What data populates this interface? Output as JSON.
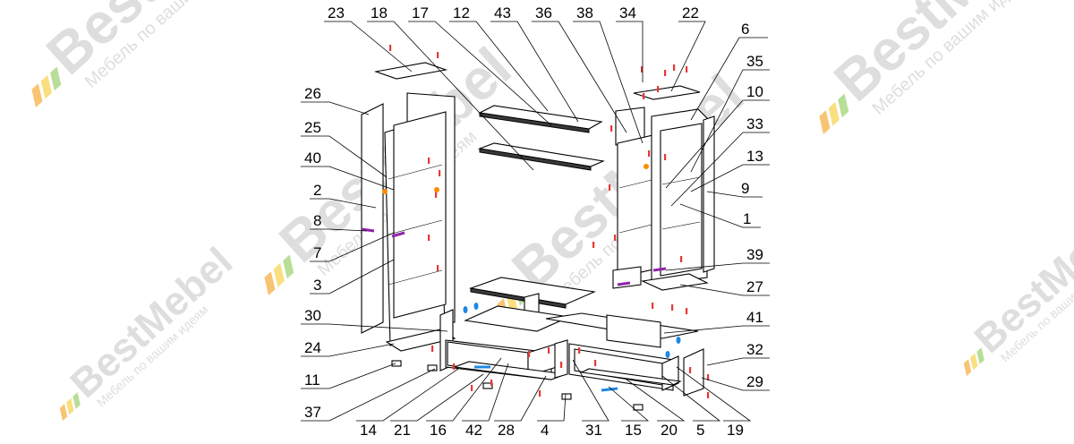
{
  "watermark": {
    "brand": "BestMebel",
    "tagline": "Мебель по вашим идеям",
    "colors": {
      "leaf_green": "#7dc242",
      "leaf_yellow": "#f5c518",
      "leaf_orange": "#f39200",
      "text": "#d6d6d6"
    }
  },
  "callouts": {
    "top": [
      "23",
      "18",
      "17",
      "12",
      "43",
      "36",
      "38",
      "34",
      "22"
    ],
    "left": [
      "26",
      "25",
      "40",
      "2",
      "8",
      "7",
      "3",
      "30",
      "24",
      "11",
      "37"
    ],
    "right": [
      "6",
      "35",
      "10",
      "33",
      "13",
      "9",
      "1",
      "39",
      "27",
      "41",
      "32",
      "29"
    ],
    "bottom": [
      "14",
      "21",
      "16",
      "42",
      "28",
      "4",
      "31",
      "15",
      "20",
      "5",
      "19"
    ]
  },
  "fittings": {
    "colors": {
      "red": "#e53935",
      "blue": "#1e88e5",
      "purple": "#8e24aa",
      "orange": "#fb8c00"
    }
  }
}
